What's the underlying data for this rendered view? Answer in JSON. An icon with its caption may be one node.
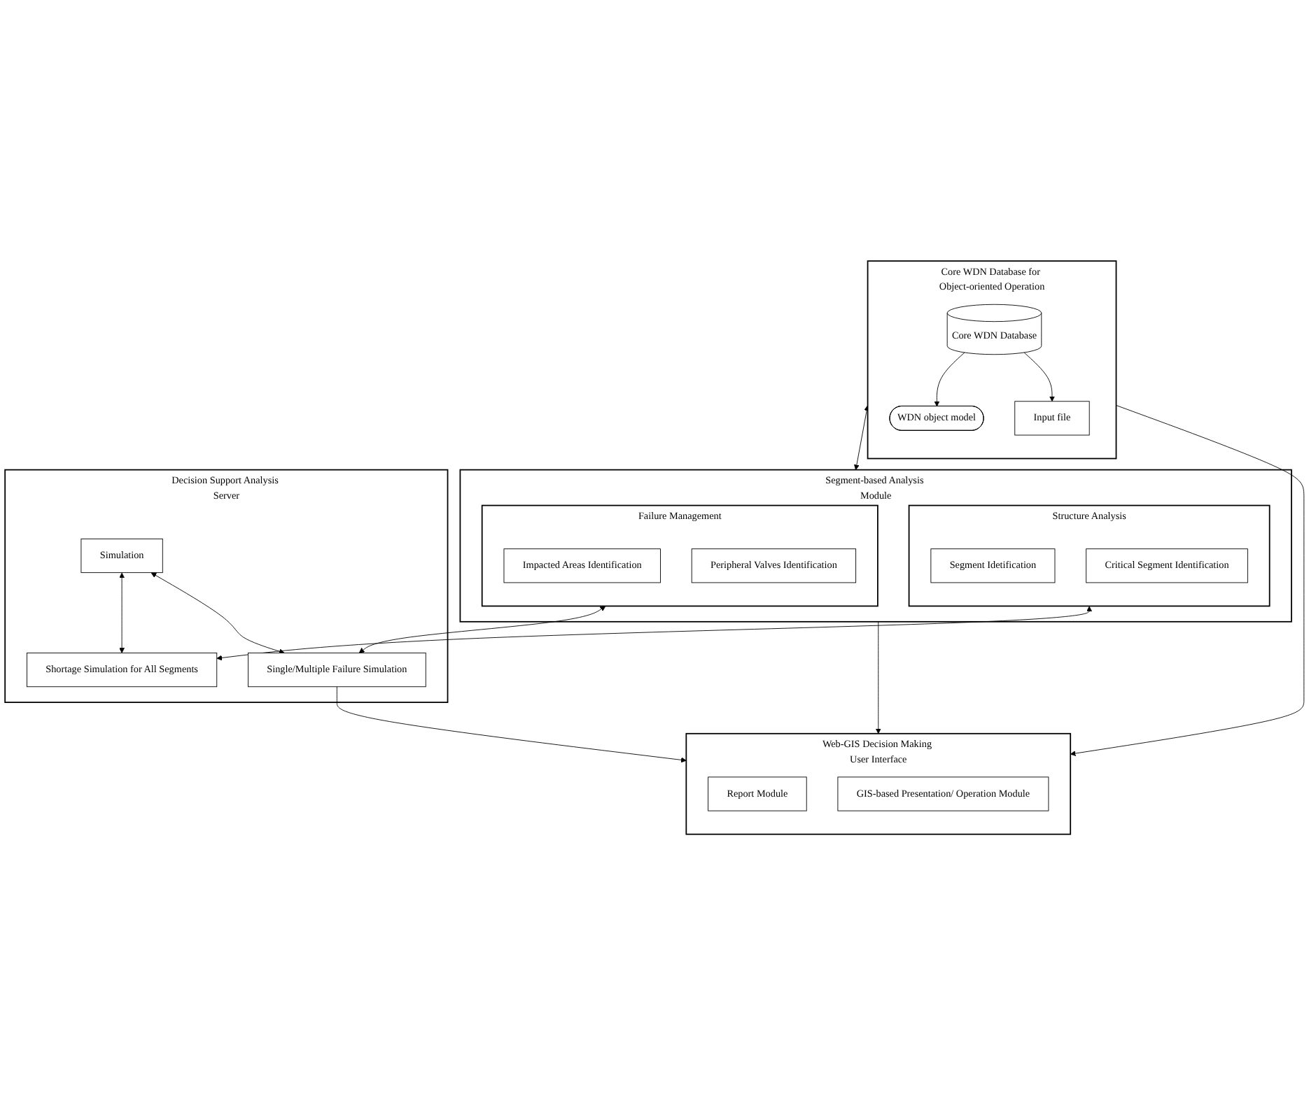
{
  "diagram": {
    "nodes": [
      {
        "text": [
          "Core WDN Database for Object-oriented Operation"
        ]
      },
      {
        "text": [
          "Core WDN Database"
        ],
        "in": 0
      },
      {
        "text": [
          "WDN object model"
        ],
        "in": 0
      },
      {
        "text": [
          "Input file"
        ],
        "in": 0
      },
      {
        "text": [
          "Segment-based Analysis Module"
        ]
      },
      {
        "text": [
          "Structure Analysis"
        ],
        "in": 4
      },
      {
        "text": [
          "Segment Idetification"
        ],
        "in": 5
      },
      {
        "text": [
          "Critical Segment Identification"
        ],
        "in": 5
      },
      {
        "text": [
          "Failure Management"
        ],
        "in": 4
      },
      {
        "text": [
          "Impacted Areas Identification"
        ],
        "in": 8
      },
      {
        "text": [
          "Peripheral Valves Identification"
        ],
        "in": 8
      },
      {
        "text": [
          "Web-GIS Decision Making User Interface"
        ]
      },
      {
        "text": [
          "Report Module"
        ],
        "in": 11
      },
      {
        "text": [
          "GIS-based Presentation/ Operation Module"
        ],
        "in": 11
      },
      {
        "text": [
          "Decision Support Analysis Server"
        ]
      },
      {
        "text": [
          "Shortage Simulation for All Segments"
        ],
        "in": 14
      },
      {
        "text": [
          "Single/Multiple Failure Simulation"
        ],
        "in": 14
      },
      {
        "text": [
          "Simulation"
        ],
        "in": 14
      }
    ],
    "edges": [
      {
        "from": 1,
        "to": 2,
        "arrow": "to"
      },
      {
        "from": 1,
        "to": 3,
        "arrow": "to"
      },
      {
        "from": 0,
        "to": 4,
        "arrow": "both"
      },
      {
        "from": 5,
        "to": 15,
        "arrow": "both"
      },
      {
        "from": 8,
        "to": 16,
        "arrow": "both"
      },
      {
        "from": 17,
        "to": 15,
        "arrow": "both"
      },
      {
        "from": 17,
        "to": 16,
        "arrow": "both"
      },
      {
        "from": 0,
        "to": 11,
        "arrow": "to"
      },
      {
        "from": 4,
        "to": 11,
        "arrow": "to"
      },
      {
        "from": 16,
        "to": 11,
        "arrow": "to"
      }
    ]
  }
}
